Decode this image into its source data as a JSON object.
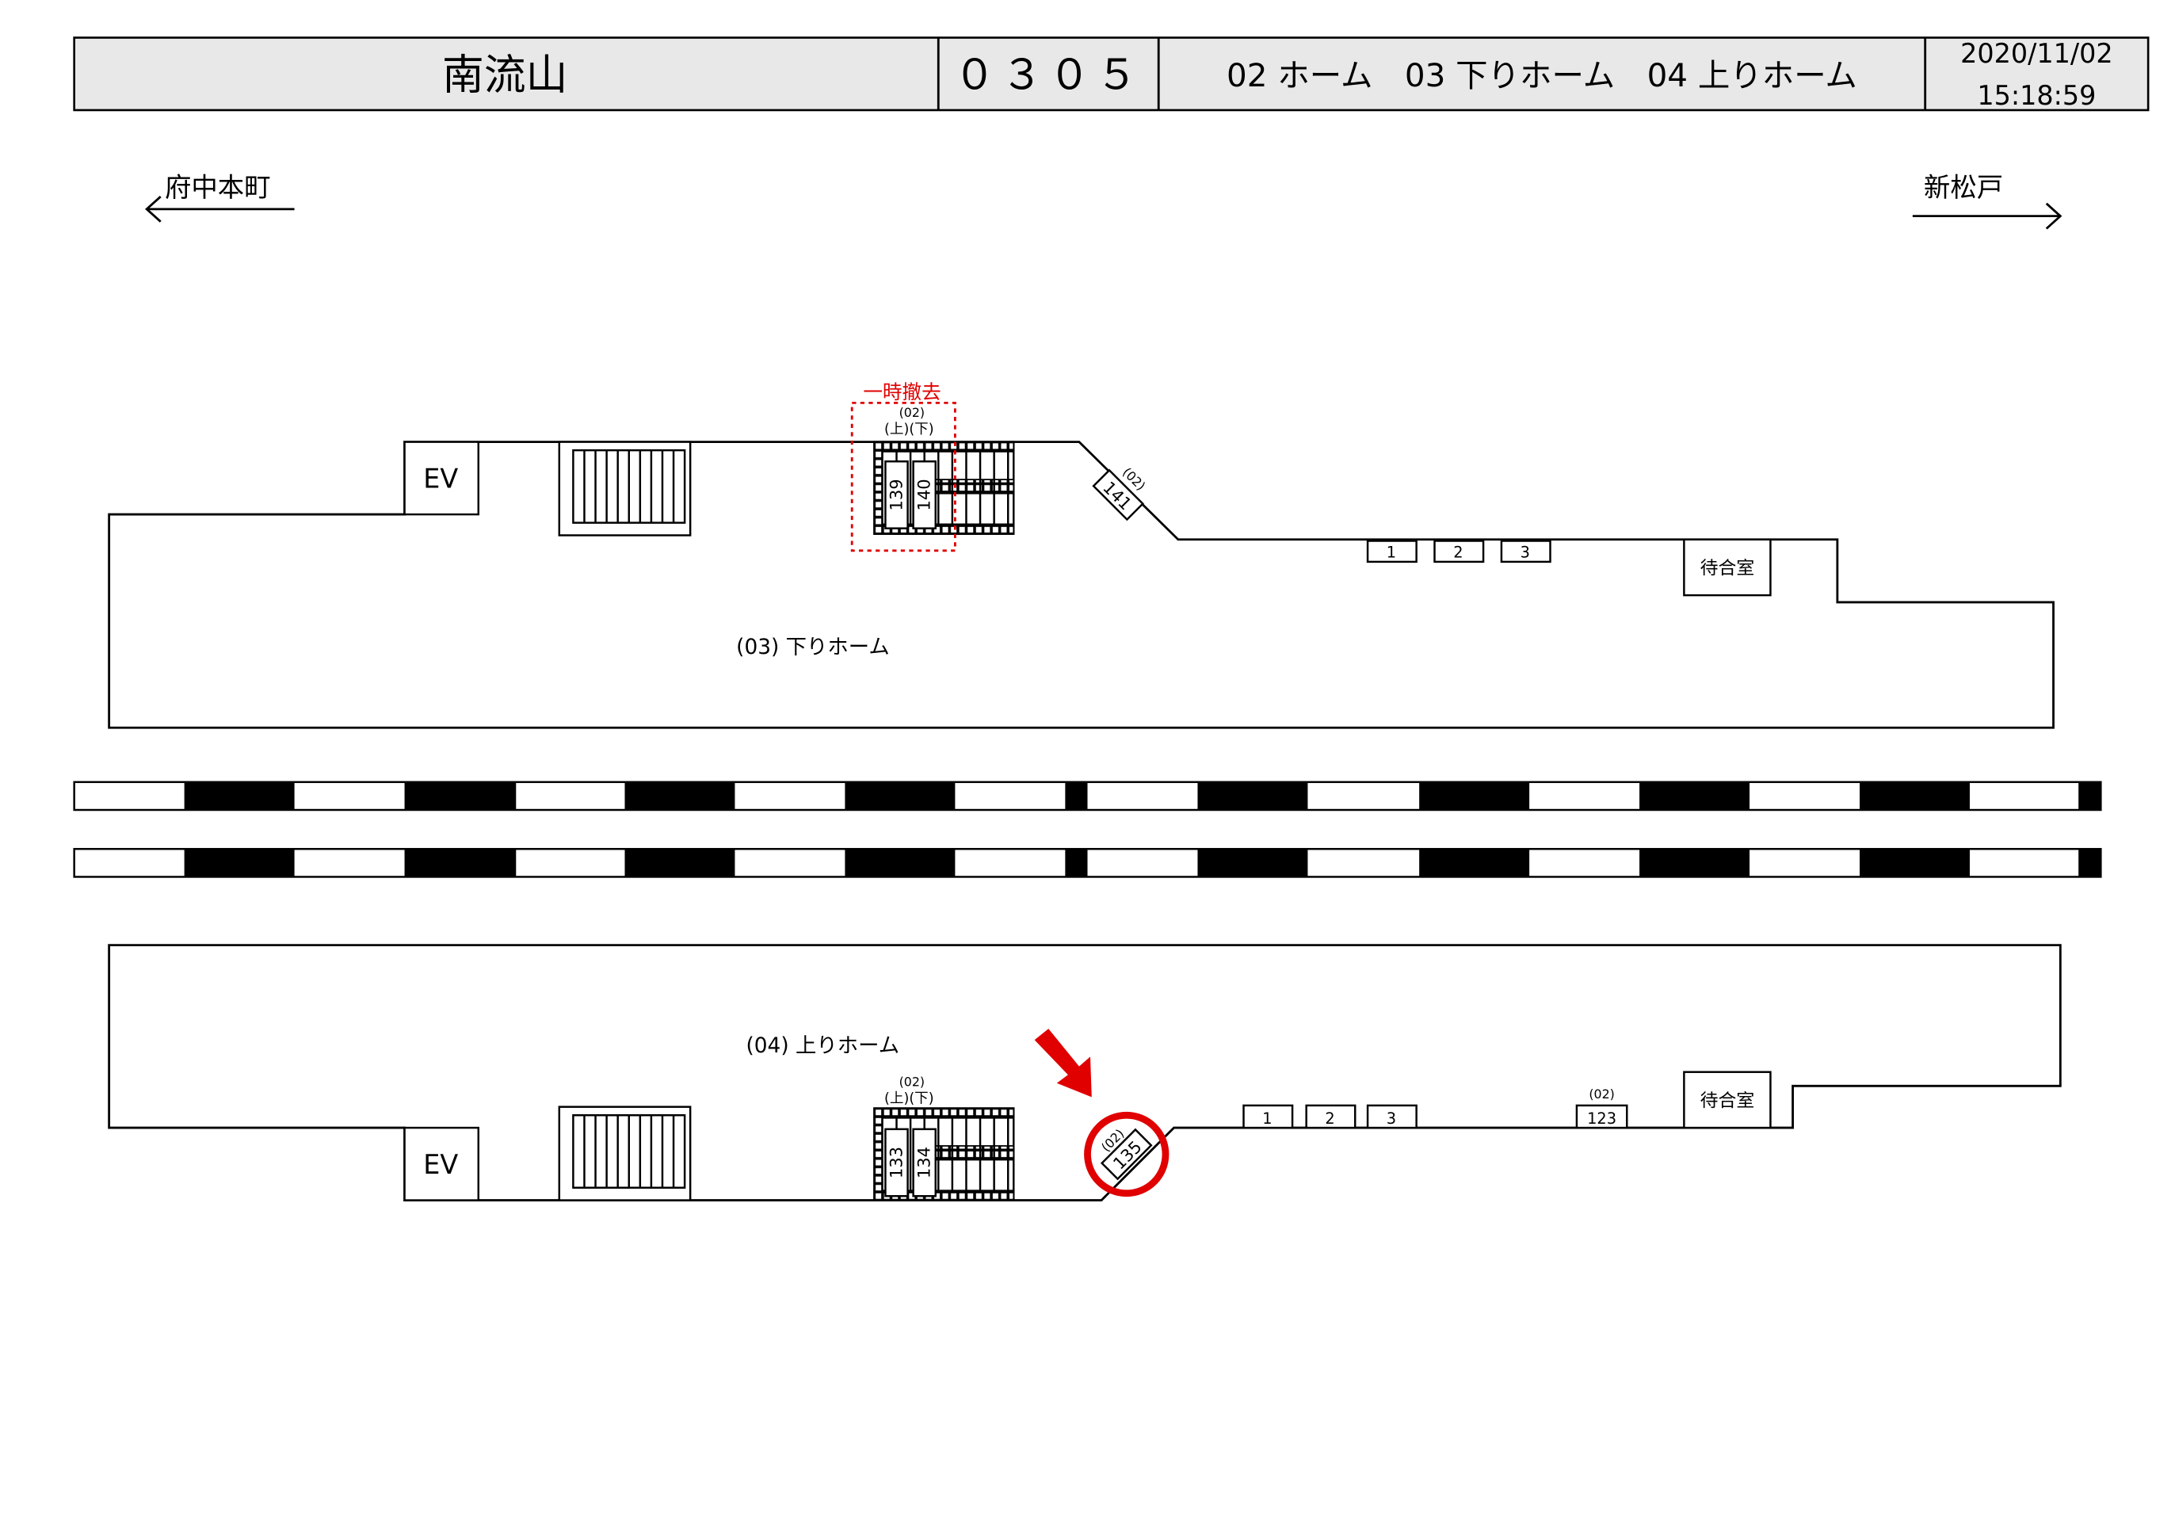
{
  "header": {
    "station": "南流山",
    "code": "０３０５",
    "platforms": "02 ホーム　03 下りホーム　04 上りホーム",
    "date": "2020/11/02",
    "time": "15:18:59"
  },
  "directions": {
    "left": "府中本町",
    "right": "新松戸"
  },
  "colors": {
    "highlight": "#e00000",
    "header_bg": "#e8e8e8"
  },
  "platform_down": {
    "label": "(03) 下りホーム",
    "ev": "EV",
    "removed_note": "一時撤去",
    "stair_group": "(02)",
    "stair_dirs": "(上)(下)",
    "ads": [
      "139",
      "140"
    ],
    "diag_ad": {
      "group": "(02)",
      "number": "141"
    },
    "boards": [
      "1",
      "2",
      "3"
    ],
    "waiting_room": "待合室"
  },
  "platform_up": {
    "label": "(04) 上りホーム",
    "ev": "EV",
    "stair_group": "(02)",
    "stair_dirs": "(上)(下)",
    "ads": [
      "133",
      "134"
    ],
    "diag_ad": {
      "group": "(02)",
      "number": "135"
    },
    "boards": [
      "1",
      "2",
      "3"
    ],
    "extra_board": {
      "group": "(02)",
      "number": "123"
    },
    "waiting_room": "待合室"
  }
}
